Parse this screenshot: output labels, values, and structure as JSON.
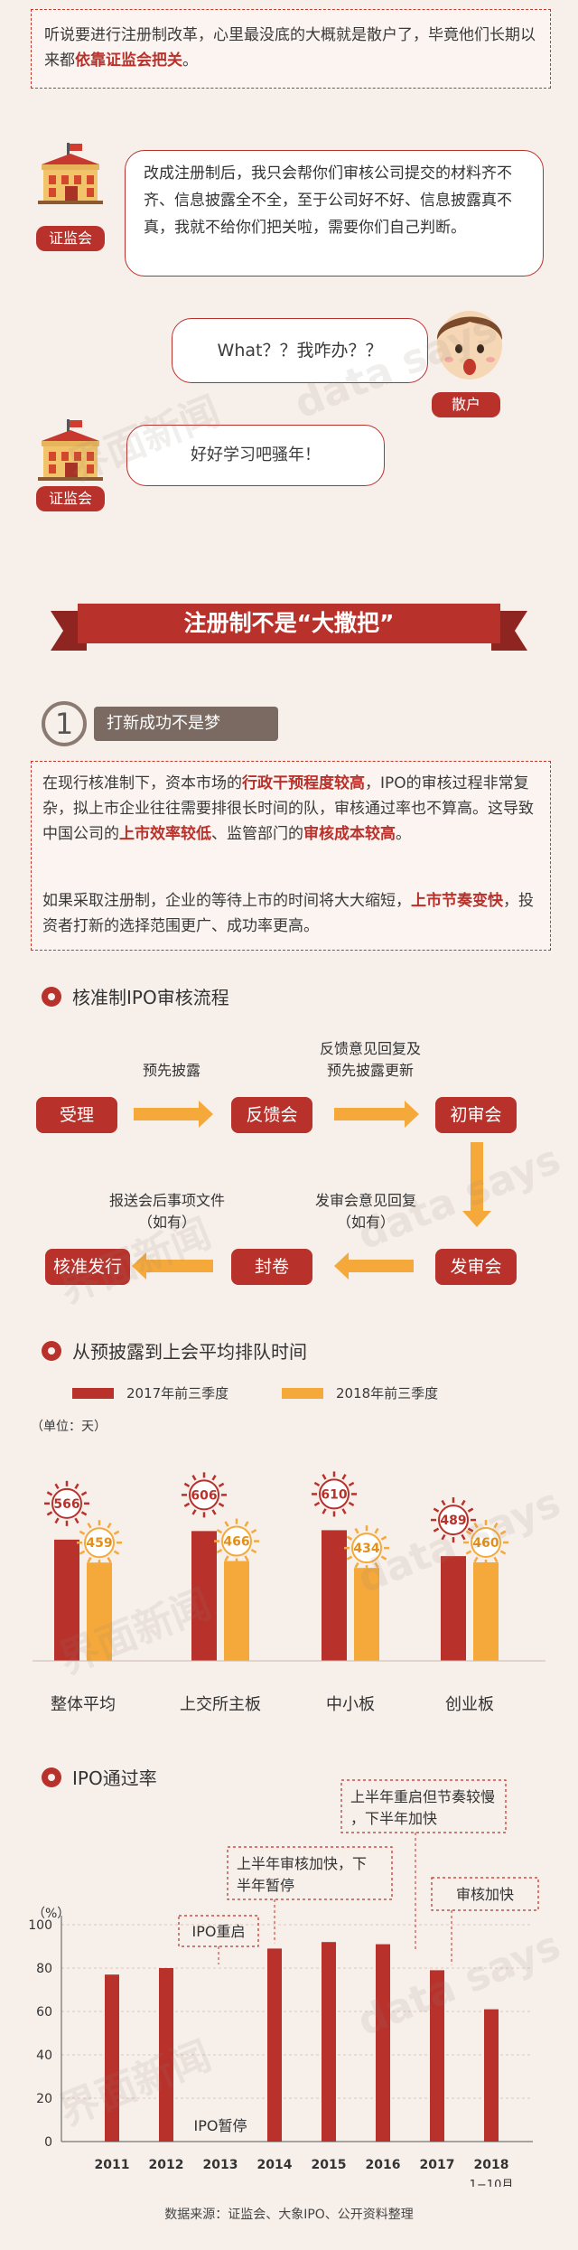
{
  "intro": {
    "text_before": "听说要进行注册制改革，心里最没底的大概就是散户了，毕竟他们长期以来都",
    "text_highlight": "依靠证监会把关",
    "text_after": "。"
  },
  "dialog": {
    "csrc_label": "证监会",
    "investor_label": "散户",
    "csrc_speech_1": "改成注册制后，我只会帮你们审核公司提交的材料齐不齐、信息披露全不全，至于公司好不好、信息披露真不真，我就不给你们把关啦，需要你们自己判断。",
    "investor_speech": "What？？我咋办？？",
    "csrc_speech_2": "好好学习吧骚年！"
  },
  "banner": {
    "title": "注册制不是“大撒把”"
  },
  "section1": {
    "number": "1",
    "title": "打新成功不是梦",
    "p1": [
      {
        "t": "在现行核准制下，资本市场的"
      },
      {
        "t": "行政干预程度较高",
        "h": true
      },
      {
        "t": "，IPO的审核过程非常复杂，拟上市企业往往需要排很长时间的队，审核通过率也不算高。这导致中国公司的"
      },
      {
        "t": "上市效率较低",
        "h": true
      },
      {
        "t": "、监管部门的"
      },
      {
        "t": "审核成本较高",
        "h": true
      },
      {
        "t": "。"
      }
    ],
    "p2": [
      {
        "t": "如果采取注册制，企业的等待上市的时间将大大缩短，"
      },
      {
        "t": "上市节奏变快",
        "h": true
      },
      {
        "t": "，投资者打新的选择范围更广、成功率更高。"
      }
    ]
  },
  "flow": {
    "title": "核准制IPO审核流程",
    "steps": [
      "受理",
      "反馈会",
      "初审会",
      "发审会",
      "封卷",
      "核准发行"
    ],
    "arrow_labels": {
      "a1": "预先披露",
      "a2_line1": "反馈意见回复及",
      "a2_line2": "预先披露更新",
      "a4_line1": "发审会意见回复",
      "a4_line2": "（如有）",
      "a5_line1": "报送会后事项文件",
      "a5_line2": "（如有）"
    }
  },
  "colors": {
    "red": "#b8312b",
    "orange": "#f5a93b",
    "bg": "#f7efea"
  },
  "chart_data": [
    {
      "type": "bar",
      "title": "从预披露到上会平均排队时间",
      "unit_label": "（单位：天）",
      "categories": [
        "整体平均",
        "上交所主板",
        "中小板",
        "创业板"
      ],
      "series": [
        {
          "name": "2017年前三季度",
          "values": [
            566,
            606,
            610,
            489
          ]
        },
        {
          "name": "2018年前三季度",
          "values": [
            459,
            466,
            434,
            460
          ]
        }
      ],
      "ylim": [
        0,
        800
      ]
    },
    {
      "type": "bar",
      "title": "IPO通过率",
      "unit_label": "（%）",
      "categories": [
        "2011",
        "2012",
        "2013",
        "2014",
        "2015",
        "2016",
        "2017",
        "2018"
      ],
      "category_sublabels": [
        "",
        "",
        "",
        "",
        "",
        "",
        "",
        "1−10月"
      ],
      "values": [
        77,
        80,
        0,
        89,
        92,
        91,
        79,
        61
      ],
      "yticks": [
        0,
        20,
        40,
        60,
        80,
        100
      ],
      "ylim": [
        0,
        100
      ],
      "annotations": {
        "ipo_pause": "IPO暂停",
        "ipo_restart": "IPO重启",
        "a2014": "上半年审核加快，下半年暂停",
        "a2016": "上半年重启但节奏较慢，下半年加快",
        "a2017": "审核加快"
      }
    }
  ],
  "source": "数据来源：证监会、大象IPO、公开资料整理",
  "watermark": {
    "cn": "界面新闻",
    "en": "data says"
  }
}
